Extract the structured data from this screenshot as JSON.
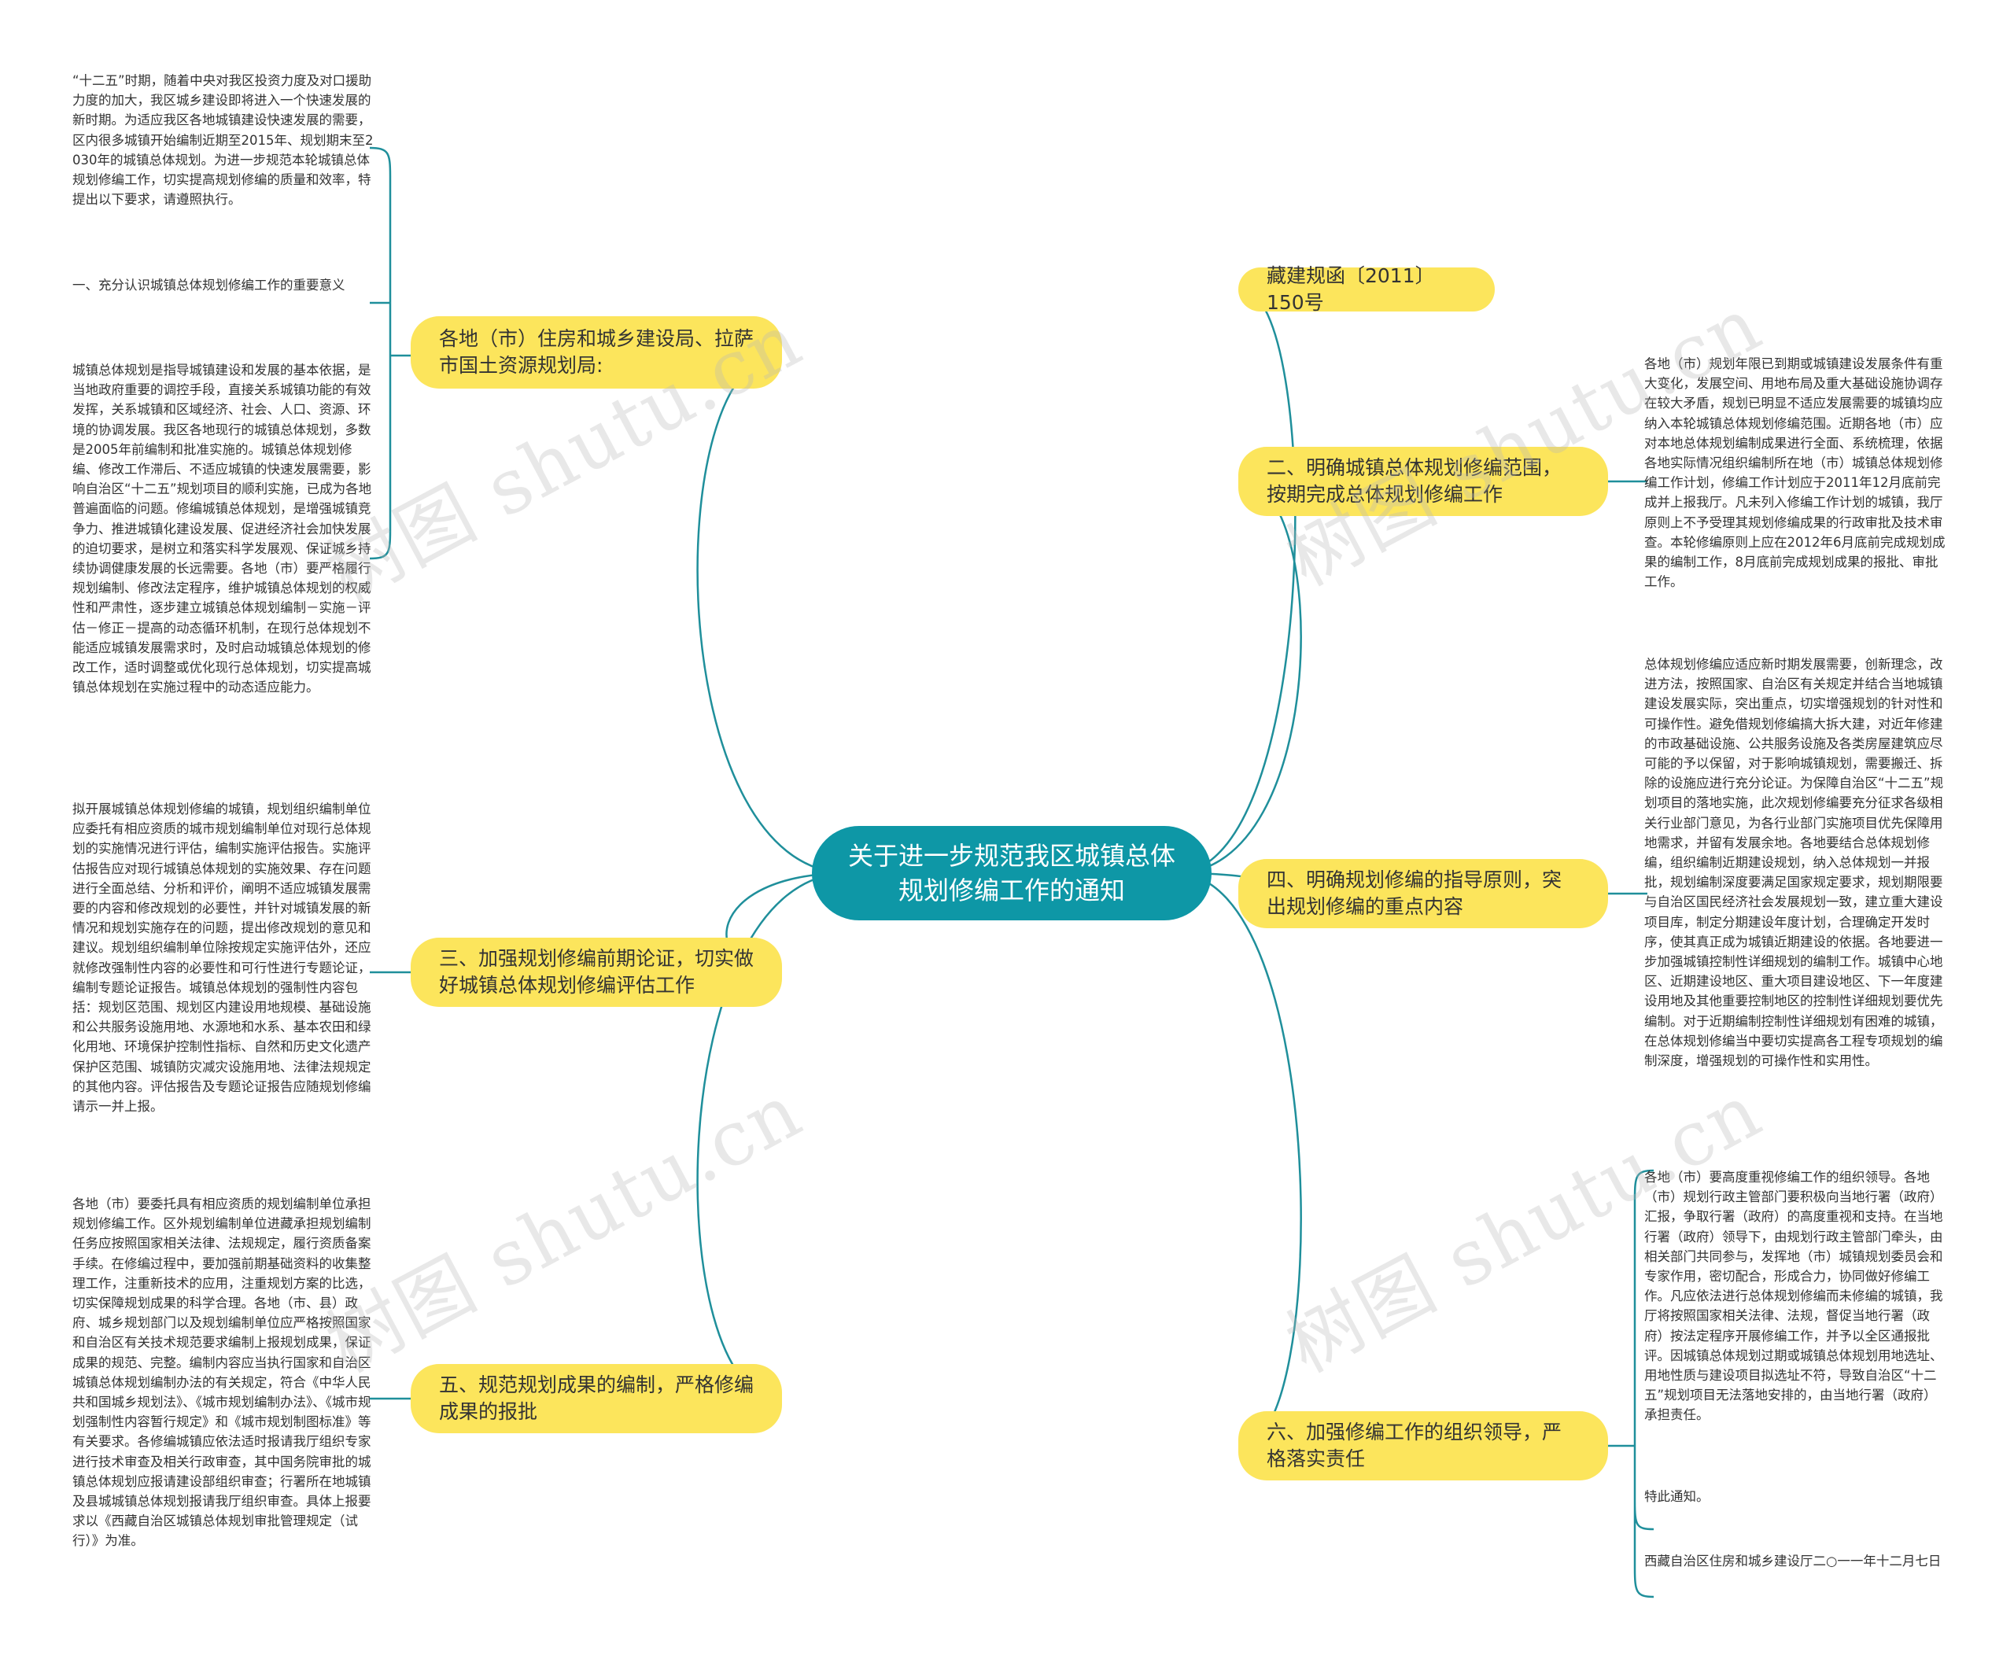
{
  "center": {
    "title": "关于进一步规范我区城镇总体规划修编工作的通知"
  },
  "branches": {
    "addressee": "各地（市）住房和城乡建设局、拉萨市国土资源规划局:",
    "section3": "三、加强规划修编前期论证，切实做好城镇总体规划修编评估工作",
    "section5": "五、规范规划成果的编制，严格修编成果的报批",
    "doc_number": "藏建规函〔2011〕150号",
    "section2": "二、明确城镇总体规划修编范围，按期完成总体规划修编工作",
    "section4": "四、明确规划修编的指导原则，突出规划修编的重点内容",
    "section6": "六、加强修编工作的组织领导，严格落实责任"
  },
  "leaves": {
    "intro": "“十二五”时期，随着中央对我区投资力度及对口援助力度的加大，我区城乡建设即将进入一个快速发展的新时期。为适应我区各地城镇建设快速发展的需要，区内很多城镇开始编制近期至2015年、规划期末至2030年的城镇总体规划。为进一步规范本轮城镇总体规划修编工作，切实提高规划修编的质量和效率，特提出以下要求，请遵照执行。",
    "section1_title": "一、充分认识城镇总体规划修编工作的重要意义",
    "section1_body": "城镇总体规划是指导城镇建设和发展的基本依据，是当地政府重要的调控手段，直接关系城镇功能的有效发挥，关系城镇和区域经济、社会、人口、资源、环境的协调发展。我区各地现行的城镇总体规划，多数是2005年前编制和批准实施的。城镇总体规划修编、修改工作滞后、不适应城镇的快速发展需要，影响自治区“十二五”规划项目的顺利实施，已成为各地普遍面临的问题。修编城镇总体规划，是增强城镇竞争力、推进城镇化建设发展、促进经济社会加快发展的迫切要求，是树立和落实科学发展观、保证城乡持续协调健康发展的长远需要。各地（市）要严格履行规划编制、修改法定程序，维护城镇总体规划的权威性和严肃性，逐步建立城镇总体规划编制－实施－评估－修正－提高的动态循环机制，在现行总体规划不能适应城镇发展需求时，及时启动城镇总体规划的修改工作，适时调整或优化现行总体规划，切实提高城镇总体规划在实施过程中的动态适应能力。",
    "section3_body": "拟开展城镇总体规划修编的城镇，规划组织编制单位应委托有相应资质的城市规划编制单位对现行总体规划的实施情况进行评估，编制实施评估报告。实施评估报告应对现行城镇总体规划的实施效果、存在问题进行全面总结、分析和评价，阐明不适应城镇发展需要的内容和修改规划的必要性，并针对城镇发展的新情况和规划实施存在的问题，提出修改规划的意见和建议。规划组织编制单位除按规定实施评估外，还应就修改强制性内容的必要性和可行性进行专题论证，编制专题论证报告。城镇总体规划的强制性内容包括：规划区范围、规划区内建设用地规模、基础设施和公共服务设施用地、水源地和水系、基本农田和绿化用地、环境保护控制性指标、自然和历史文化遗产保护区范围、城镇防灾减灾设施用地、法律法规规定的其他内容。评估报告及专题论证报告应随规划修编请示一并上报。",
    "section5_body": "各地（市）要委托具有相应资质的规划编制单位承担规划修编工作。区外规划编制单位进藏承担规划编制任务应按照国家相关法律、法规规定，履行资质备案手续。在修编过程中，要加强前期基础资料的收集整理工作，注重新技术的应用，注重规划方案的比选，切实保障规划成果的科学合理。各地（市、县）政府、城乡规划部门以及规划编制单位应严格按照国家和自治区有关技术规范要求编制上报规划成果，保证成果的规范、完整。编制内容应当执行国家和自治区城镇总体规划编制办法的有关规定，符合《中华人民共和国城乡规划法》、《城市规划编制办法》、《城市规划强制性内容暂行规定》和《城市规划制图标准》等有关要求。各修编城镇应依法适时报请我厅组织专家进行技术审查及相关行政审查，其中国务院审批的城镇总体规划应报请建设部组织审查；行署所在地城镇及县城城镇总体规划报请我厅组织审查。具体上报要求以《西藏自治区城镇总体规划审批管理规定（试行）》为准。",
    "section2_body": "各地（市）规划年限已到期或城镇建设发展条件有重大变化，发展空间、用地布局及重大基础设施协调存在较大矛盾，规划已明显不适应发展需要的城镇均应纳入本轮城镇总体规划修编范围。近期各地（市）应对本地总体规划编制成果进行全面、系统梳理，依据各地实际情况组织编制所在地（市）城镇总体规划修编工作计划，修编工作计划应于2011年12月底前完成并上报我厅。凡未列入修编工作计划的城镇，我厅原则上不予受理其规划修编成果的行政审批及技术审查。本轮修编原则上应在2012年6月底前完成规划成果的编制工作，8月底前完成规划成果的报批、审批工作。",
    "section4_body": "总体规划修编应适应新时期发展需要，创新理念，改进方法，按照国家、自治区有关规定并结合当地城镇建设发展实际，突出重点，切实增强规划的针对性和可操作性。避免借规划修编搞大拆大建，对近年修建的市政基础设施、公共服务设施及各类房屋建筑应尽可能的予以保留，对于影响城镇规划，需要搬迁、拆除的设施应进行充分论证。为保障自治区“十二五”规划项目的落地实施，此次规划修编要充分征求各级相关行业部门意见，为各行业部门实施项目优先保障用地需求，并留有发展余地。各地要结合总体规划修编，组织编制近期建设规划，纳入总体规划一并报批，规划编制深度要满足国家规定要求，规划期限要与自治区国民经济社会发展规划一致，建立重大建设项目库，制定分期建设年度计划，合理确定开发时序，使其真正成为城镇近期建设的依据。各地要进一步加强城镇控制性详细规划的编制工作。城镇中心地区、近期建设地区、重大项目建设地区、下一年度建设用地及其他重要控制地区的控制性详细规划要优先编制。对于近期编制控制性详细规划有困难的城镇，在总体规划修编当中要切实提高各工程专项规划的编制深度，增强规划的可操作性和实用性。",
    "section6_body": "各地（市）要高度重视修编工作的组织领导。各地（市）规划行政主管部门要积极向当地行署（政府）汇报，争取行署（政府）的高度重视和支持。在当地行署（政府）领导下，由规划行政主管部门牵头，由相关部门共同参与，发挥地（市）城镇规划委员会和专家作用，密切配合，形成合力，协同做好修编工作。凡应依法进行总体规划修编而未修编的城镇，我厅将按照国家相关法律、法规，督促当地行署（政府）按法定程序开展修编工作，并予以全区通报批评。因城镇总体规划过期或城镇总体规划用地选址、用地性质与建设项目拟选址不符，导致自治区“十二五”规划项目无法落地安排的，由当地行署（政府）承担责任。",
    "closing": "特此通知。",
    "signature": "西藏自治区住房和城乡建设厅二○一一年十二月七日"
  },
  "watermarks": [
    "树图 shutu.cn",
    "树图 shutu.cn",
    "树图 shutu.cn",
    "树图 shutu.cn"
  ],
  "colors": {
    "center_fill": "#0e97a6",
    "branch_fill": "#fce55c",
    "link_stroke": "#1f8f9b",
    "text": "#333333"
  }
}
